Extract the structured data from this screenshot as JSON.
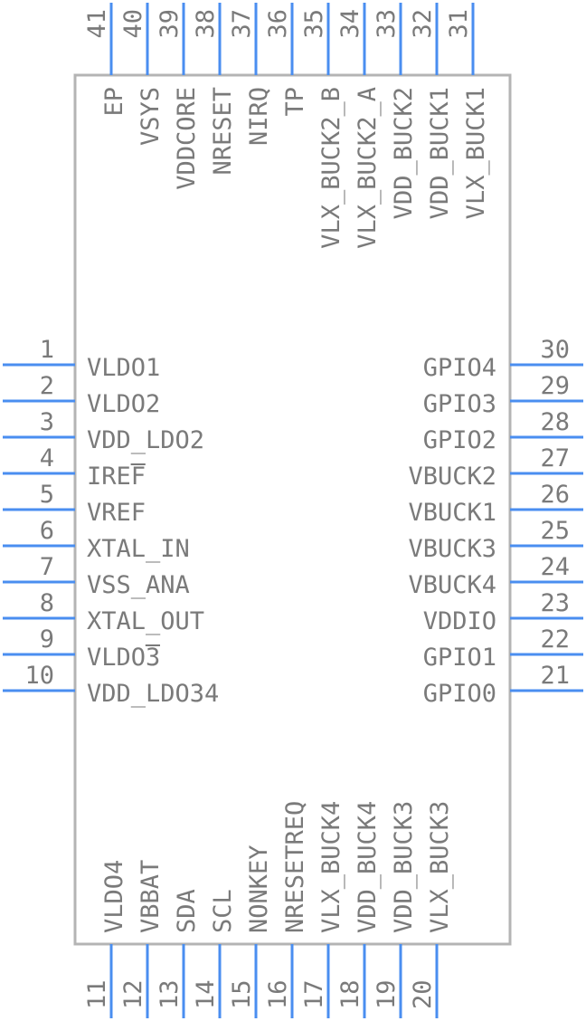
{
  "component": {
    "left_pins": [
      {
        "num": "1",
        "name": "VLDO1"
      },
      {
        "num": "2",
        "name": "VLDO2"
      },
      {
        "num": "3",
        "name": "VDD_LDO2"
      },
      {
        "num": "4",
        "name": "IREF",
        "overbar": "F"
      },
      {
        "num": "5",
        "name": "VREF"
      },
      {
        "num": "6",
        "name": "XTAL_IN"
      },
      {
        "num": "7",
        "name": "VSS_ANA"
      },
      {
        "num": "8",
        "name": "XTAL_OUT"
      },
      {
        "num": "9",
        "name": "VLDO3",
        "overbar": "3"
      },
      {
        "num": "10",
        "name": "VDD_LDO34"
      }
    ],
    "right_pins": [
      {
        "num": "30",
        "name": "GPIO4"
      },
      {
        "num": "29",
        "name": "GPIO3"
      },
      {
        "num": "28",
        "name": "GPIO2"
      },
      {
        "num": "27",
        "name": "VBUCK2"
      },
      {
        "num": "26",
        "name": "VBUCK1"
      },
      {
        "num": "25",
        "name": "VBUCK3"
      },
      {
        "num": "24",
        "name": "VBUCK4"
      },
      {
        "num": "23",
        "name": "VDDIO"
      },
      {
        "num": "22",
        "name": "GPIO1"
      },
      {
        "num": "21",
        "name": "GPIO0"
      }
    ],
    "top_pins": [
      {
        "num": "41",
        "name": "EP"
      },
      {
        "num": "40",
        "name": "VSYS"
      },
      {
        "num": "39",
        "name": "VDDCORE"
      },
      {
        "num": "38",
        "name": "NRESET"
      },
      {
        "num": "37",
        "name": "NIRQ"
      },
      {
        "num": "36",
        "name": "TP"
      },
      {
        "num": "35",
        "name": "VLX_BUCK2_B"
      },
      {
        "num": "34",
        "name": "VLX_BUCK2_A"
      },
      {
        "num": "33",
        "name": "VDD_BUCK2"
      },
      {
        "num": "32",
        "name": "VDD_BUCK1"
      },
      {
        "num": "31",
        "name": "VLX_BUCK1"
      }
    ],
    "bottom_pins": [
      {
        "num": "11",
        "name": "VLDO4"
      },
      {
        "num": "12",
        "name": "VBBAT"
      },
      {
        "num": "13",
        "name": "SDA"
      },
      {
        "num": "14",
        "name": "SCL"
      },
      {
        "num": "15",
        "name": "NONKEY"
      },
      {
        "num": "16",
        "name": "NRESETREQ"
      },
      {
        "num": "17",
        "name": "VLX_BUCK4"
      },
      {
        "num": "18",
        "name": "VDD_BUCK4"
      },
      {
        "num": "19",
        "name": "VDD_BUCK3"
      },
      {
        "num": "20",
        "name": "VLX_BUCK3"
      }
    ]
  },
  "colors": {
    "pin": "#4a8ef0",
    "body_outline": "#b4b4b4",
    "text": "#7a7a7a"
  }
}
